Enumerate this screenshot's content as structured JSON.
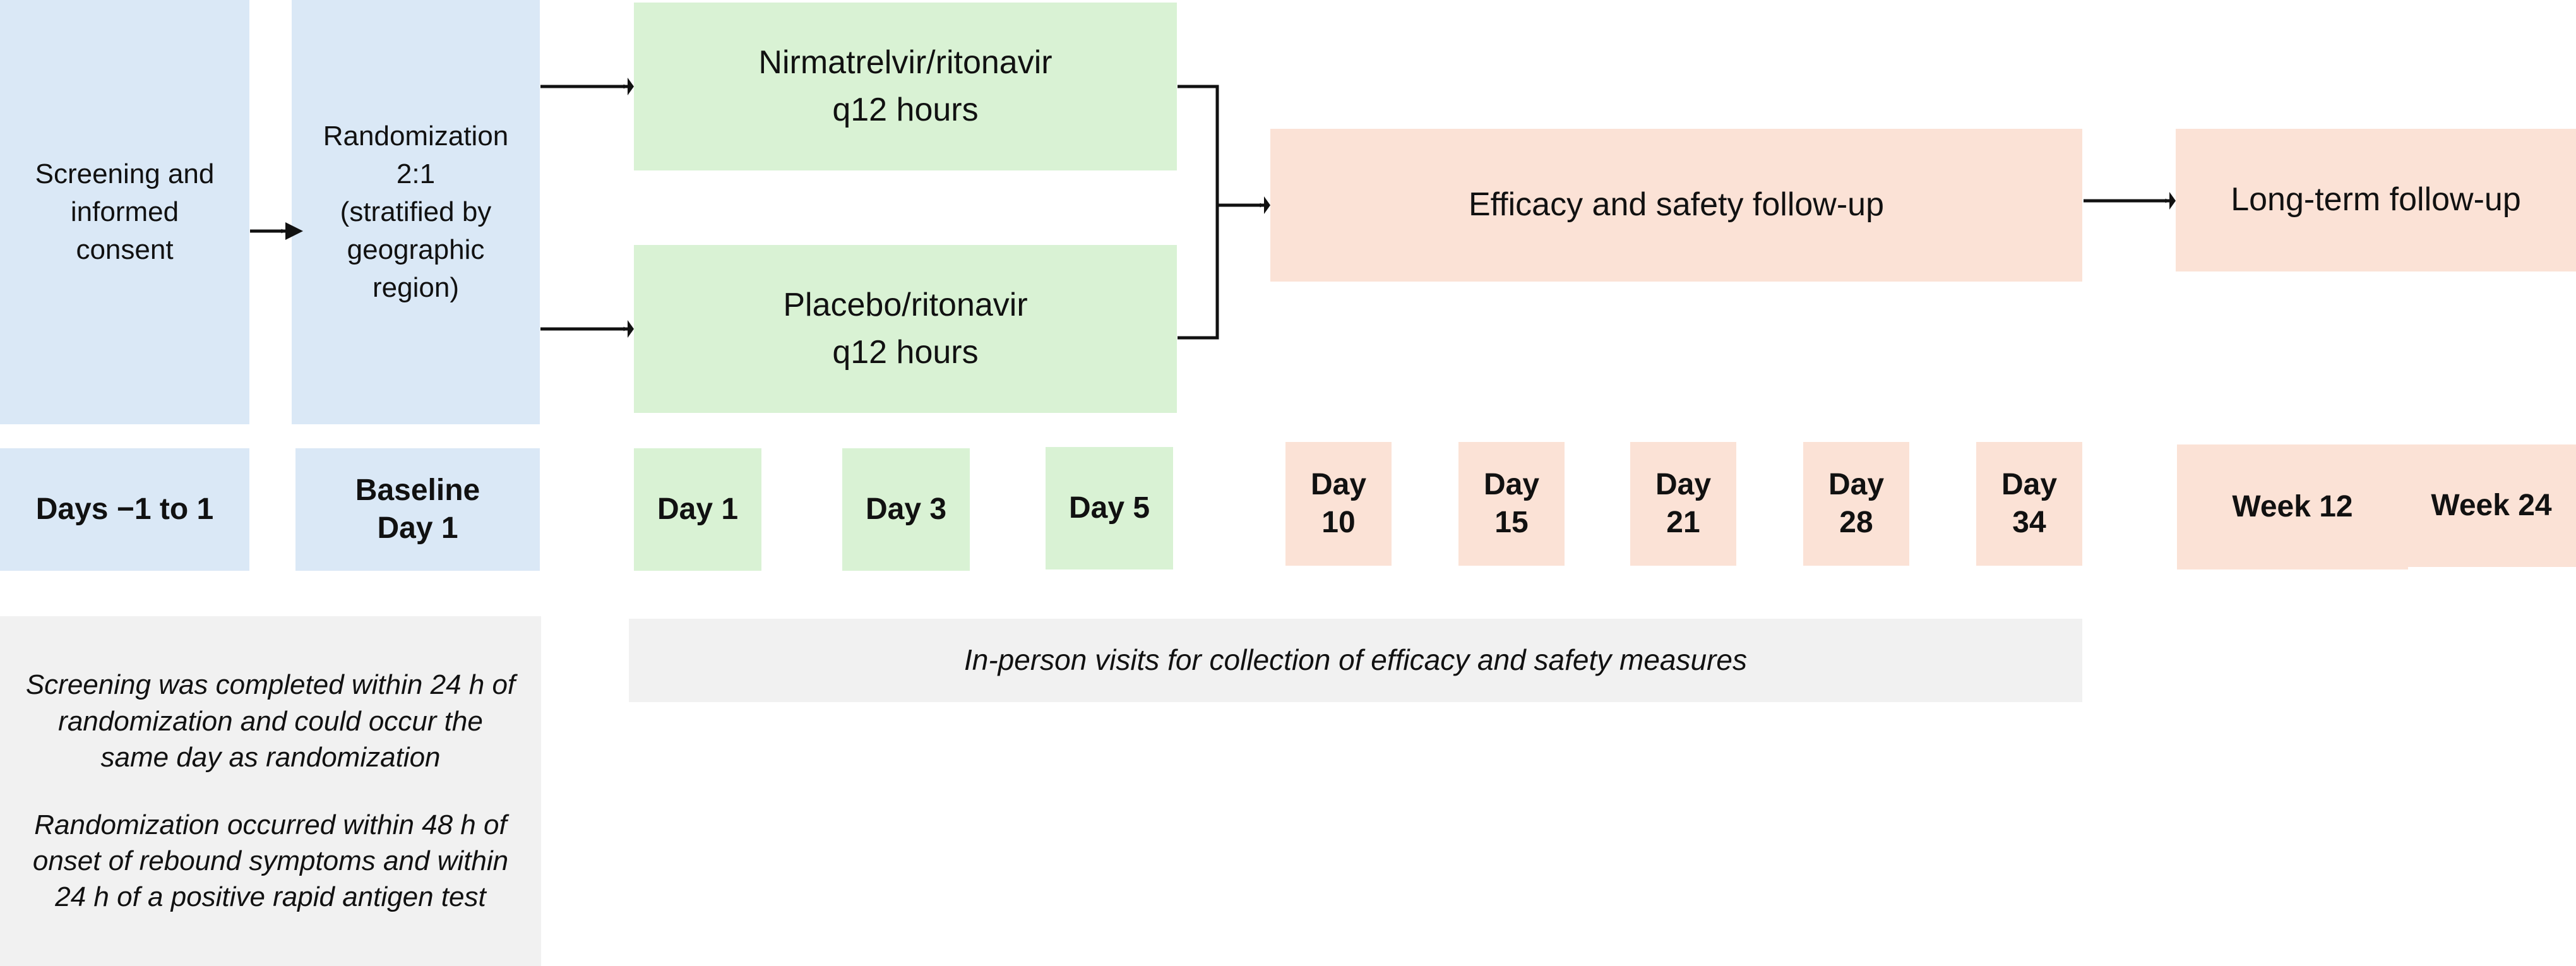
{
  "flow": {
    "screening": "Screening and\ninformed\nconsent",
    "randomization": "Randomization\n2:1\n(stratified by\ngeographic\nregion)",
    "arm_nirmatrelvir": "Nirmatrelvir/ritonavir\nq12 hours",
    "arm_placebo": "Placebo/ritonavir\nq12 hours",
    "followup": "Efficacy and safety follow-up",
    "longterm": "Long-term follow-up"
  },
  "timeline": {
    "days_screen": "Days −1 to 1",
    "baseline": "Baseline\nDay 1",
    "day1": "Day 1",
    "day3": "Day 3",
    "day5": "Day 5",
    "day10": "Day\n10",
    "day15": "Day\n15",
    "day21": "Day\n21",
    "day28": "Day\n28",
    "day34": "Day\n34",
    "week12": "Week 12",
    "week24": "Week 24"
  },
  "notes": {
    "screening_note": "Screening was completed within 24 h of randomization and could occur the same day as randomization",
    "randomization_note": "Randomization occurred within 48 h of onset of rebound symptoms and within 24 h of a positive rapid antigen test",
    "visits_note": "In-person visits for collection of efficacy and safety measures"
  },
  "colors": {
    "blue": "#dae8f6",
    "green": "#d9f2d4",
    "peach": "#fbe2d6",
    "gray": "#f1f1f1",
    "arrow": "#111111"
  }
}
